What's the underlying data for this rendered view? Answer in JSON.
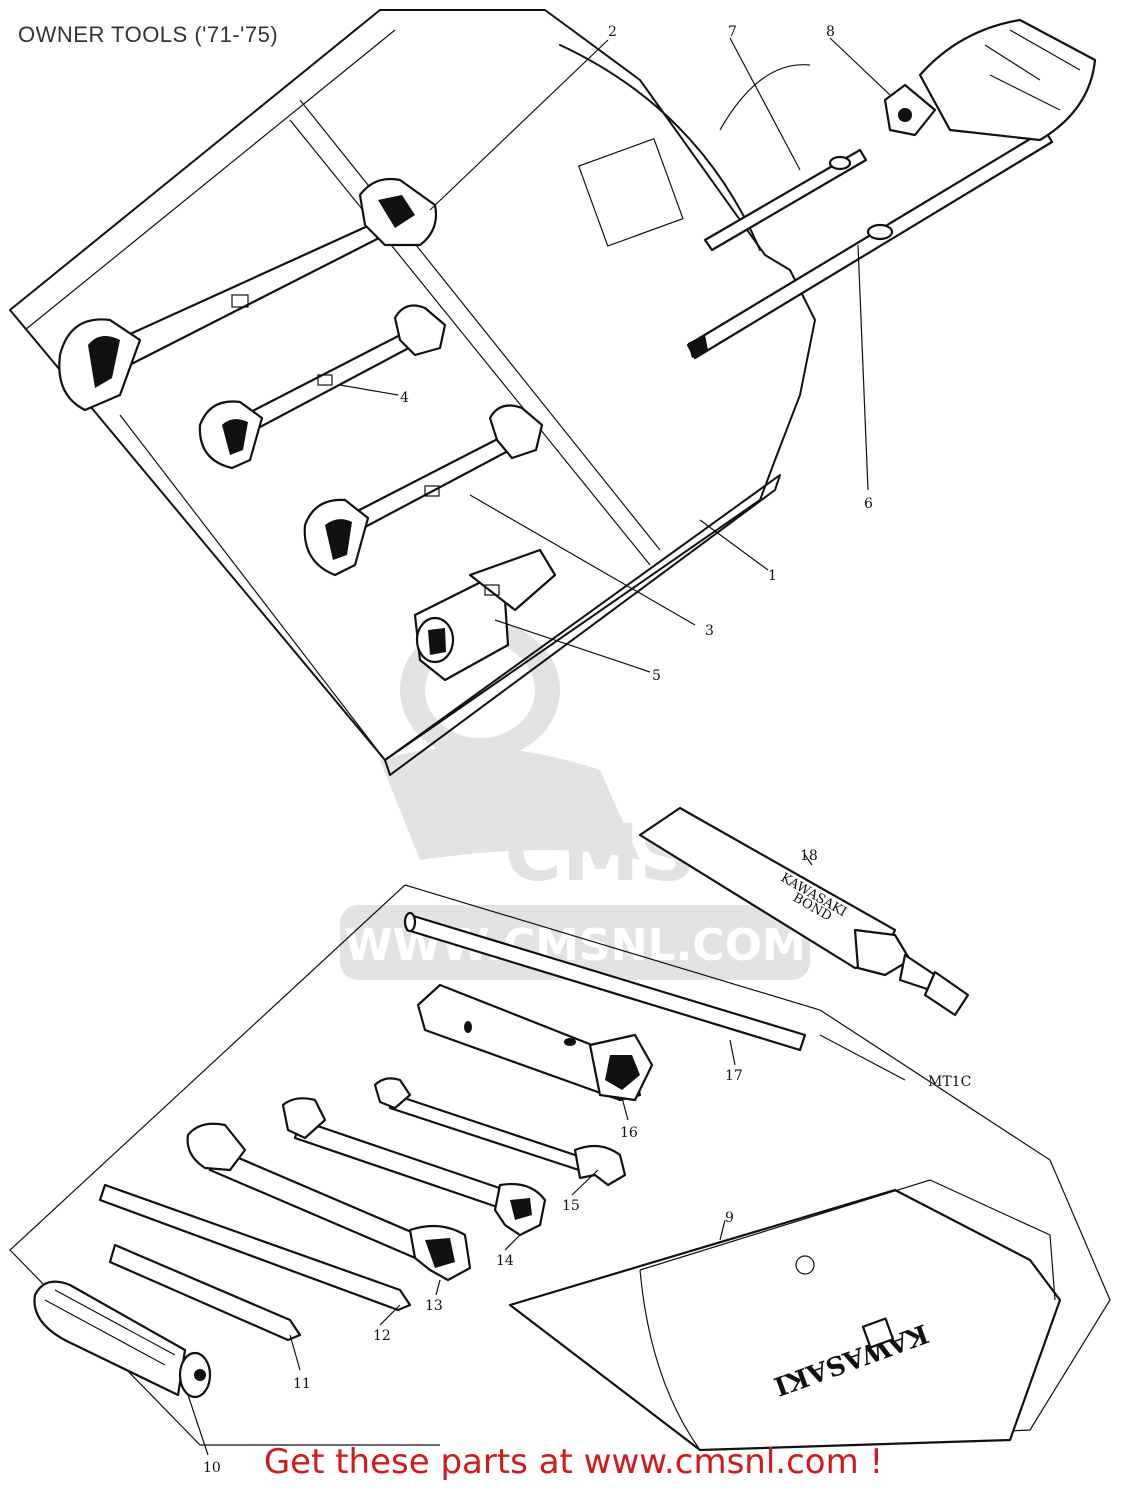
{
  "title": "OWNER TOOLS ('71-'75)",
  "footer": "Get these parts at www.cmsnl.com !",
  "watermark": {
    "logo": "CMS",
    "url": "WWW.CMSNL.COM"
  },
  "pouch_text": "KAWASAKI",
  "tube_text": [
    "KAWASAKI",
    "BOND"
  ],
  "part_labels": [
    "1",
    "2",
    "3",
    "4",
    "5",
    "6",
    "7",
    "8",
    "9",
    "10",
    "11",
    "12",
    "13",
    "14",
    "15",
    "16",
    "17",
    "18",
    "MT1C"
  ],
  "colors": {
    "footer": "#d11a1a",
    "title": "#333333",
    "line_art": "#111111"
  }
}
